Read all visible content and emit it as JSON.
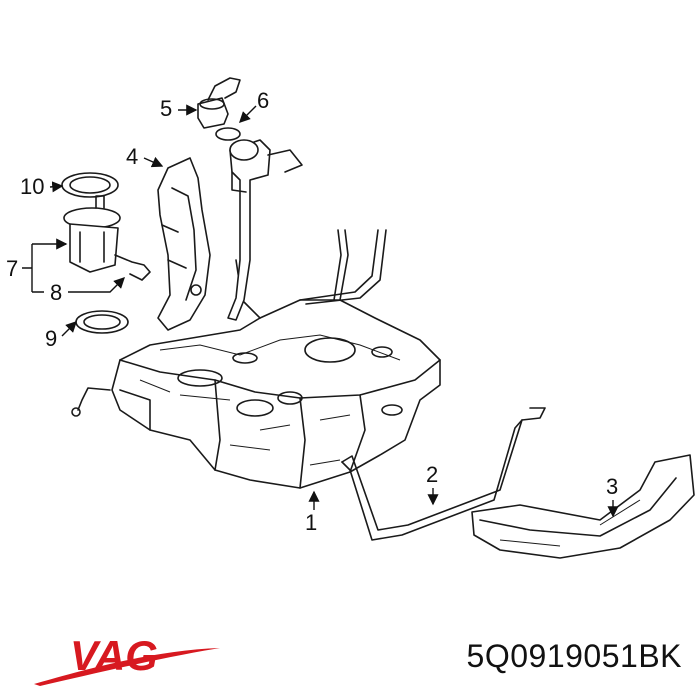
{
  "callouts": [
    "1",
    "2",
    "3",
    "4",
    "5",
    "6",
    "7",
    "8",
    "9",
    "10"
  ],
  "brand": {
    "logo_text": "VAG",
    "logo_color": "#d71920"
  },
  "part_number": "5Q0919051BK"
}
